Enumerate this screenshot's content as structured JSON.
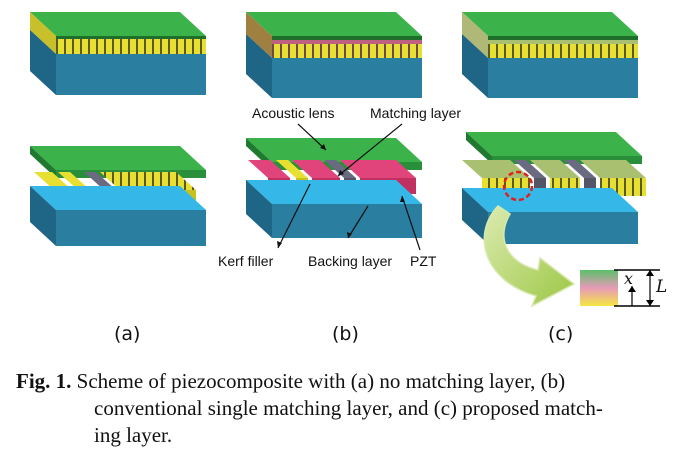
{
  "annotations": {
    "acoustic_lens": "Acoustic lens",
    "matching_layer": "Matching layer",
    "kerf_filler": "Kerf filler",
    "backing_layer": "Backing layer",
    "pzt": "PZT",
    "x_symbol": "x",
    "L_symbol": "L"
  },
  "panels": {
    "a": "(a)",
    "b": "(b)",
    "c": "(c)"
  },
  "caption": {
    "label": "Fig. 1.",
    "line1": "Scheme of piezocomposite with (a) no matching layer, (b)",
    "line2": "conventional single matching layer, and (c) proposed match-",
    "line3": "ing layer."
  },
  "colors": {
    "lens": "#3cb34a",
    "backing_top": "#35b8e8",
    "backing_side": "#2a7fa0",
    "pzt": "#e8e030",
    "matching": "#e0447a",
    "kerf": "#6a6a80",
    "arrow_fill": "#b5d66a"
  }
}
